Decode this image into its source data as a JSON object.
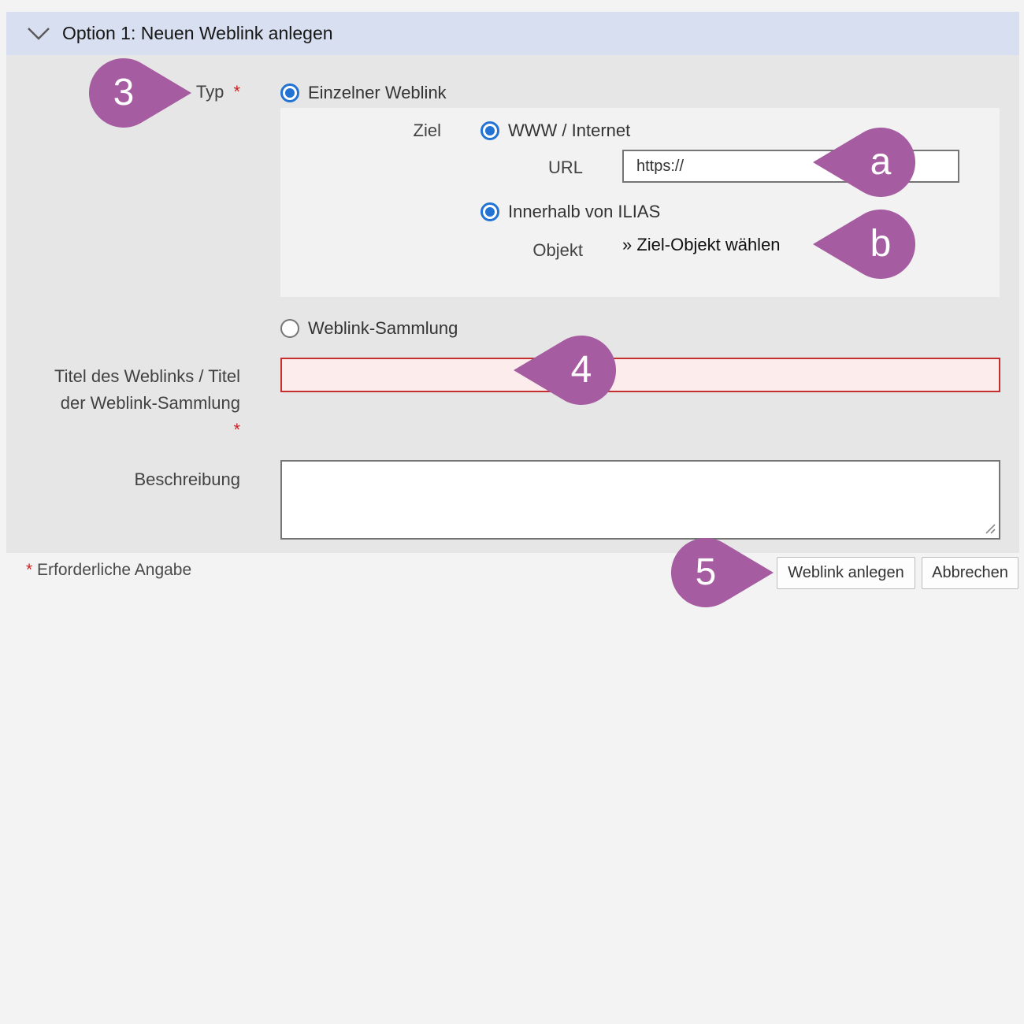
{
  "header": {
    "title": "Option 1: Neuen Weblink anlegen"
  },
  "form": {
    "typ_label": "Typ",
    "required_mark": "*",
    "einzelner_weblink_label": "Einzelner Weblink",
    "ziel_label": "Ziel",
    "www_internet_label": "WWW / Internet",
    "url_label": "URL",
    "url_value": "https://",
    "innerhalb_ilias_label": "Innerhalb von ILIAS",
    "objekt_label": "Objekt",
    "ziel_objekt_link": "» Ziel-Objekt wählen",
    "weblink_sammlung_label": "Weblink-Sammlung",
    "titel_label_line1": "Titel des Weblinks / Titel",
    "titel_label_line2": "der Weblink-Sammlung",
    "titel_value": "",
    "beschreibung_label": "Beschreibung",
    "beschreibung_value": ""
  },
  "footer": {
    "required_mark": "*",
    "required_note": "Erforderliche Angabe",
    "submit_label": "Weblink anlegen",
    "cancel_label": "Abbrechen"
  },
  "markers": {
    "step3": "3",
    "letter_a": "a",
    "letter_b": "b",
    "step4": "4",
    "step5": "5"
  },
  "colors": {
    "header_bg": "#d8dff0",
    "panel_bg": "#e6e6e6",
    "subpanel_bg": "#f2f2f2",
    "marker_purple": "#a55ca0",
    "radio_blue": "#2273d4",
    "error_red": "#c32e2e",
    "error_field_bg": "#fcecec"
  }
}
